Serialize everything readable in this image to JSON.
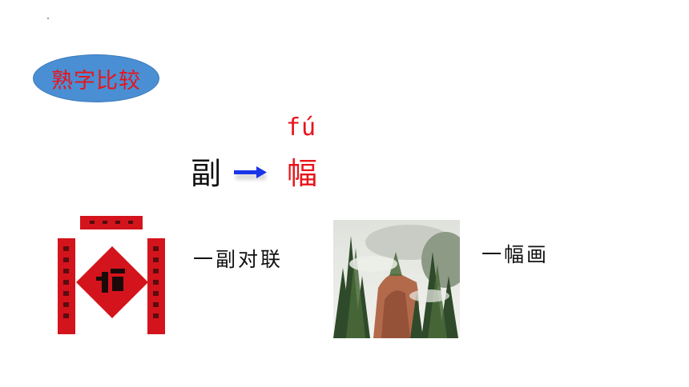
{
  "header": {
    "badge_label": "熟字比较"
  },
  "comparison": {
    "char_left": "副",
    "char_right": "幅",
    "char_right_pinyin": "fú"
  },
  "examples": [
    {
      "phrase": "一副对联",
      "image": "spring-couplets-image"
    },
    {
      "phrase": "一幅画",
      "image": "landscape-painting-image"
    }
  ],
  "colors": {
    "accent_red": "#e8141b",
    "badge_blue": "#4a8fd4",
    "arrow_blue": "#1a35e8"
  }
}
